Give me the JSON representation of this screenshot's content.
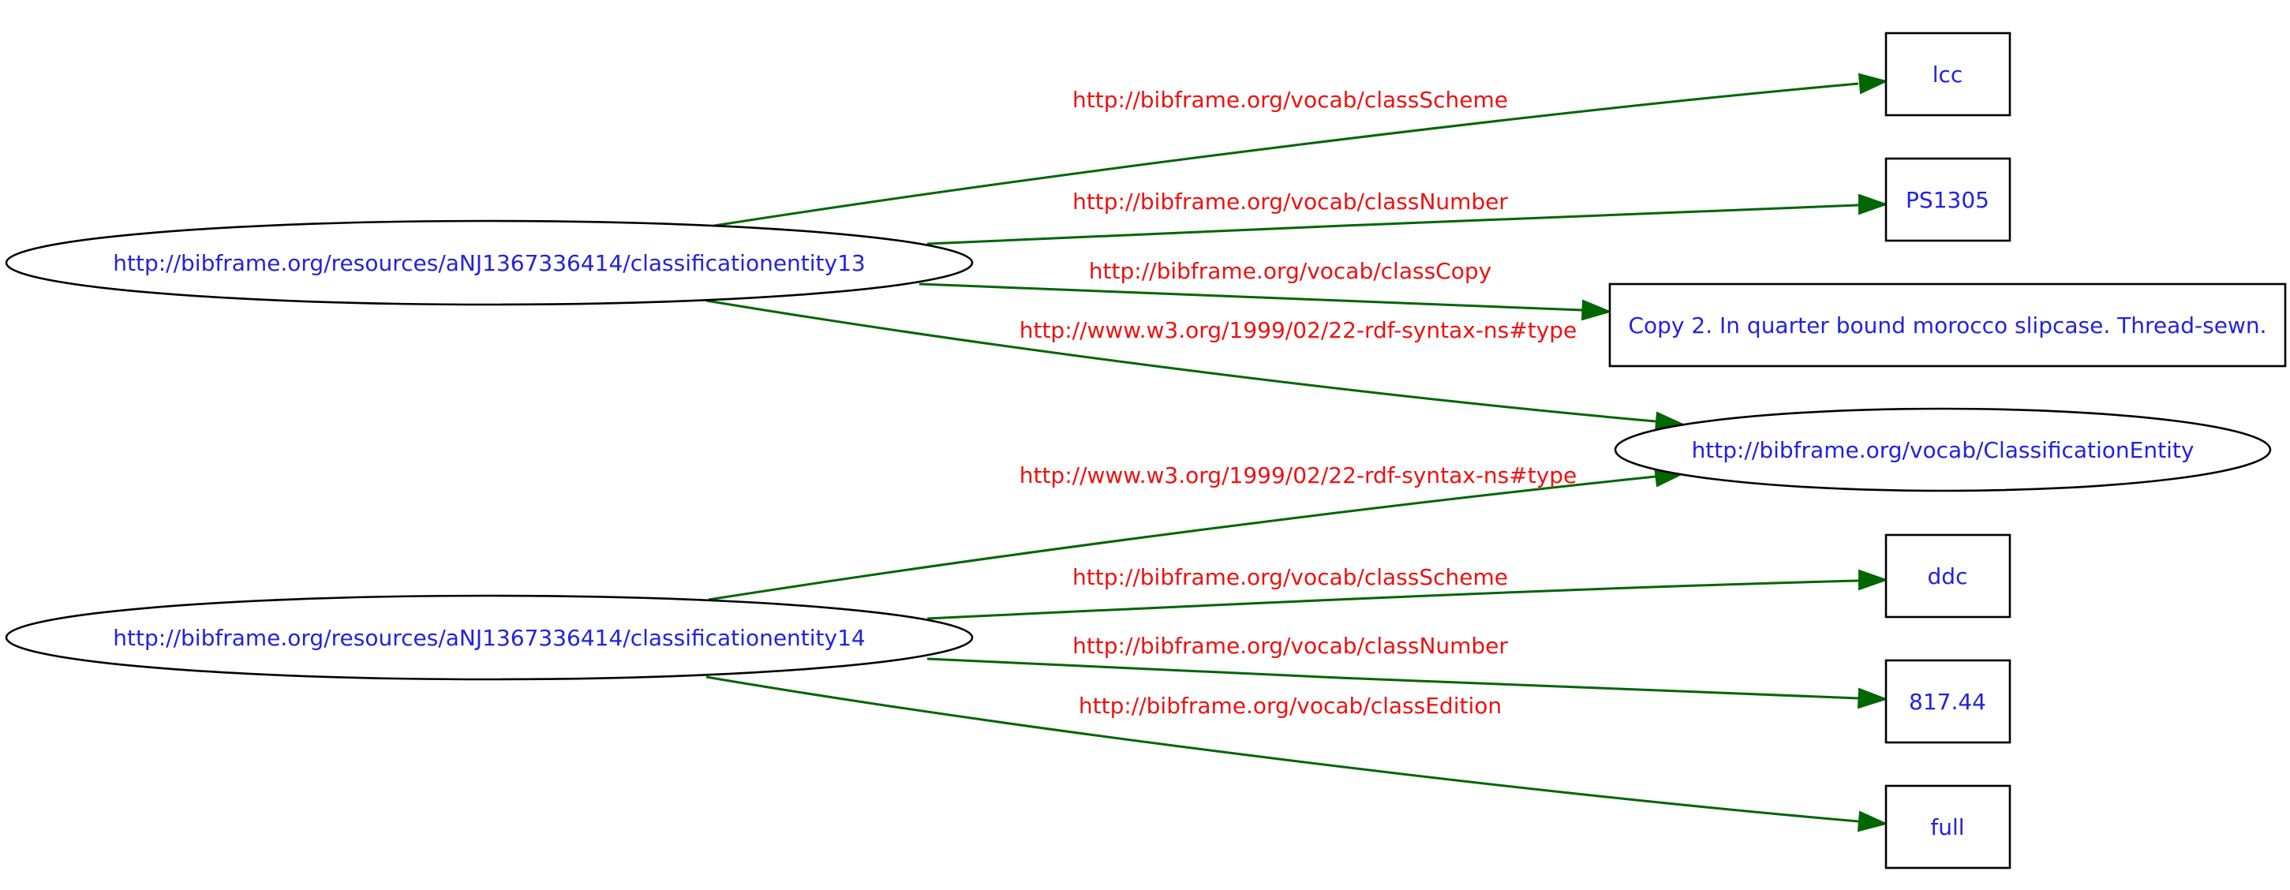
{
  "colors": {
    "node_text": "#2222dd",
    "edge_label": "#ee1111",
    "edge": "#006600",
    "node_border": "#000000",
    "background": "#ffffff"
  },
  "nodes": {
    "entity13": {
      "label": "http://bibframe.org/resources/aNJ1367336414/classificationentity13",
      "shape": "ellipse"
    },
    "entity14": {
      "label": "http://bibframe.org/resources/aNJ1367336414/classificationentity14",
      "shape": "ellipse"
    },
    "classification_entity": {
      "label": "http://bibframe.org/vocab/ClassificationEntity",
      "shape": "ellipse"
    },
    "lcc": {
      "label": "lcc",
      "shape": "box"
    },
    "ps1305": {
      "label": "PS1305",
      "shape": "box"
    },
    "copy2": {
      "label": "Copy 2. In quarter bound morocco slipcase. Thread-sewn.",
      "shape": "box"
    },
    "ddc": {
      "label": "ddc",
      "shape": "box"
    },
    "num81744": {
      "label": "817.44",
      "shape": "box"
    },
    "full": {
      "label": "full",
      "shape": "box"
    }
  },
  "edges": [
    {
      "from": "entity13",
      "to": "lcc",
      "label": "http://bibframe.org/vocab/classScheme"
    },
    {
      "from": "entity13",
      "to": "ps1305",
      "label": "http://bibframe.org/vocab/classNumber"
    },
    {
      "from": "entity13",
      "to": "copy2",
      "label": "http://bibframe.org/vocab/classCopy"
    },
    {
      "from": "entity13",
      "to": "classification_entity",
      "label": "http://www.w3.org/1999/02/22-rdf-syntax-ns#type"
    },
    {
      "from": "entity14",
      "to": "classification_entity",
      "label": "http://www.w3.org/1999/02/22-rdf-syntax-ns#type"
    },
    {
      "from": "entity14",
      "to": "ddc",
      "label": "http://bibframe.org/vocab/classScheme"
    },
    {
      "from": "entity14",
      "to": "num81744",
      "label": "http://bibframe.org/vocab/classNumber"
    },
    {
      "from": "entity14",
      "to": "full",
      "label": "http://bibframe.org/vocab/classEdition"
    }
  ]
}
